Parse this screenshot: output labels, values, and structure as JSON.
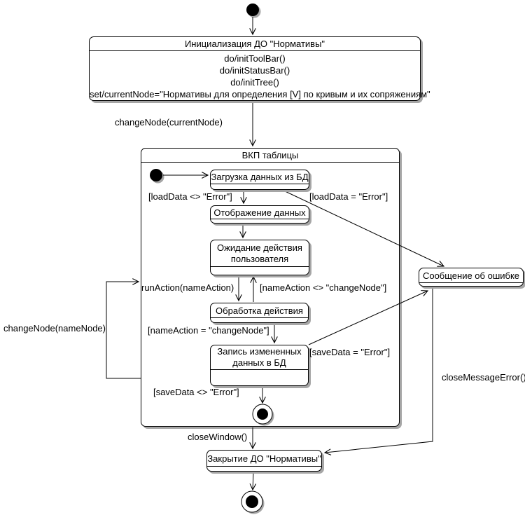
{
  "diagram": {
    "kind": "uml-state-machine",
    "colors": {
      "background": "#ffffff",
      "line": "#000000",
      "shadow": "#a6a6a6",
      "state_fill": "#ffffff"
    },
    "states": {
      "init_do": {
        "title": "Инициализация ДО \"Нормативы\"",
        "actions": [
          "do/initToolBar()",
          "do/initStatusBar()",
          "do/initTree()",
          "set/currentNode=\"Нормативы для определения [V] по кривым и их сопряжениям\""
        ]
      },
      "vkp_table": {
        "title": "ВКП таблицы"
      },
      "load_data": {
        "title": "Загрузка данных из БД"
      },
      "display_data": {
        "title": "Отображение данных"
      },
      "wait_user": {
        "title": "Ожидание действия пользователя"
      },
      "process_action": {
        "title": "Обработка действия"
      },
      "save_data": {
        "title": "Запись измененных данных в БД"
      },
      "error_message": {
        "title": "Сообщение об ошибке"
      },
      "close_do": {
        "title": "Закрытие ДО \"Нормативы\""
      }
    },
    "transitions": {
      "change_node_current": "changeNode(currentNode)",
      "load_ok": "[loadData <> \"Error\"]",
      "load_error": "[loadData = \"Error\"]",
      "run_action": "runAction(nameAction)",
      "name_action_neq_change": "[nameAction <> \"changeNode\"]",
      "name_action_eq_change": "[nameAction = \"changeNode\"]",
      "save_error": "[saveData = \"Error\"]",
      "save_ok": "[saveData <> \"Error\"]",
      "change_node_name": "changeNode(nameNode)",
      "close_window": "closeWindow()",
      "close_message_error": "closeMessageError()"
    }
  }
}
